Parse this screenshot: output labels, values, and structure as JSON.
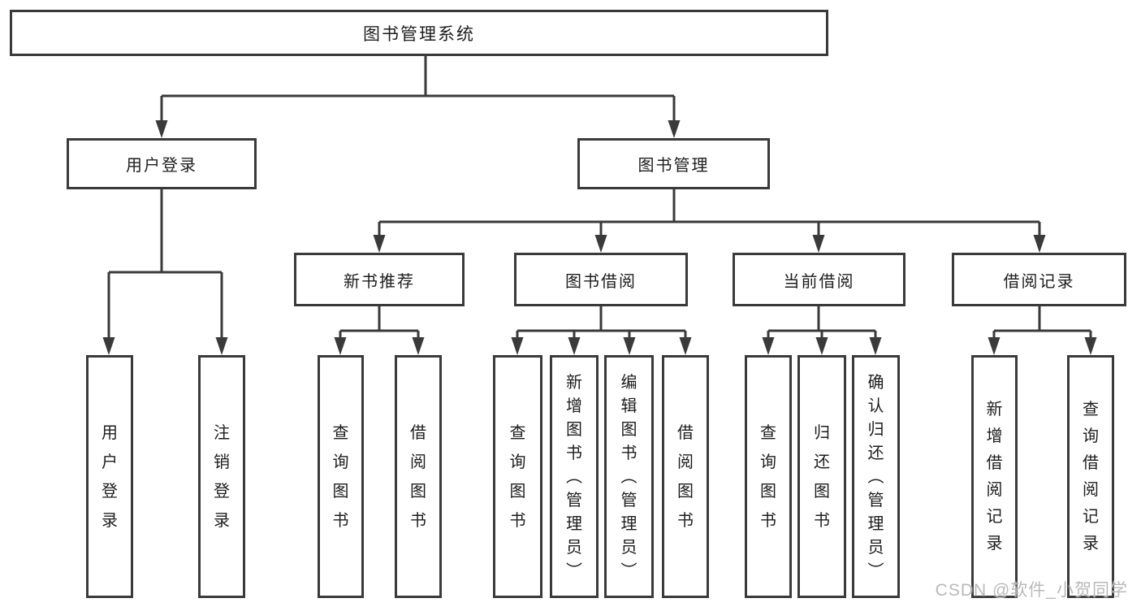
{
  "diagram": {
    "root": "图书管理系统",
    "branches": [
      {
        "label": "用户登录",
        "children": [
          "用户登录",
          "注销登录"
        ]
      },
      {
        "label": "图书管理",
        "children": [
          {
            "label": "新书推荐",
            "children": [
              "查询图书",
              "借阅图书"
            ]
          },
          {
            "label": "图书借阅",
            "children": [
              "查询图书",
              "新增图书（管理员）",
              "编辑图书（管理员）",
              "借阅图书"
            ]
          },
          {
            "label": "当前借阅",
            "children": [
              "查询图书",
              "归还图书",
              "确认归还（管理员）"
            ]
          },
          {
            "label": "借阅记录",
            "children": [
              "新增借阅记录",
              "查询借阅记录"
            ]
          }
        ]
      }
    ],
    "watermark": "CSDN @软件_小贺同学",
    "colors": {
      "line": "#3a3a3a",
      "text": "#1d1d1d",
      "watermark": "#b6b6b6"
    }
  }
}
